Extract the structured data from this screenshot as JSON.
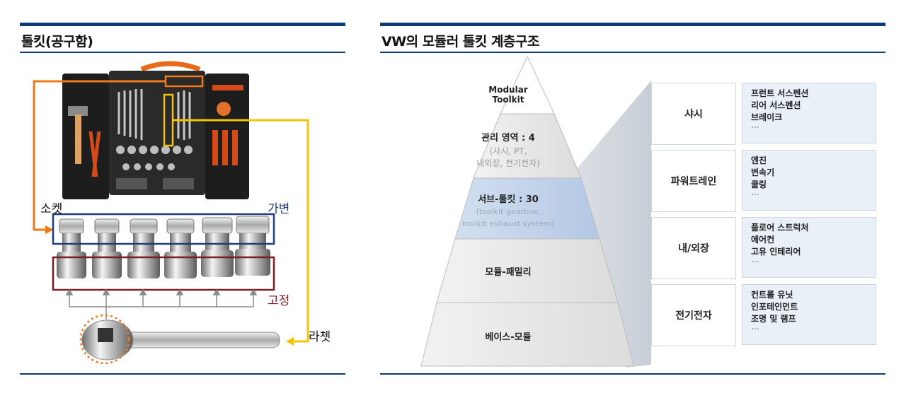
{
  "left": {
    "title": "툴킷(공구함)",
    "labels": {
      "socket": "소켓",
      "variable": "가변",
      "fixed": "고정",
      "ratchet": "라쳇"
    }
  },
  "right": {
    "title": "VW의 모듈러 툴킷 계층구조",
    "pyramid": {
      "top": "Modular\nToolkit",
      "level1": {
        "title": "관리 영역 : 4",
        "sub1": "(사시, PT,",
        "sub2": "내외장, 전기전자)"
      },
      "level2": {
        "title": "서브-툴킷 : 30",
        "sub1": "(toolkit gearbox,",
        "sub2": "toolkit exhaust system)"
      },
      "level3": {
        "title": "모듈-패밀리"
      },
      "level4": {
        "title": "베이스-모듈"
      }
    },
    "table": [
      {
        "area": "샤시",
        "items": [
          "프런트 서스펜션",
          "리어 서스펜션",
          "브레이크",
          "..."
        ]
      },
      {
        "area": "파워트레인",
        "items": [
          "엔진",
          "변속기",
          "쿨링",
          "..."
        ]
      },
      {
        "area": "내/외장",
        "items": [
          "플로어 스트럭처",
          "에어컨",
          "고유 인테리어",
          "..."
        ]
      },
      {
        "area": "전기전자",
        "items": [
          "컨트롤 유닛",
          "인포테인먼트",
          "조명 및 램프",
          "..."
        ]
      }
    ]
  },
  "colors": {
    "navy": "#0b3a78",
    "orange": "#f07a1a",
    "yellow": "#f5c400",
    "blue_box": "#1f3e7a",
    "red_box": "#7a1d25"
  }
}
